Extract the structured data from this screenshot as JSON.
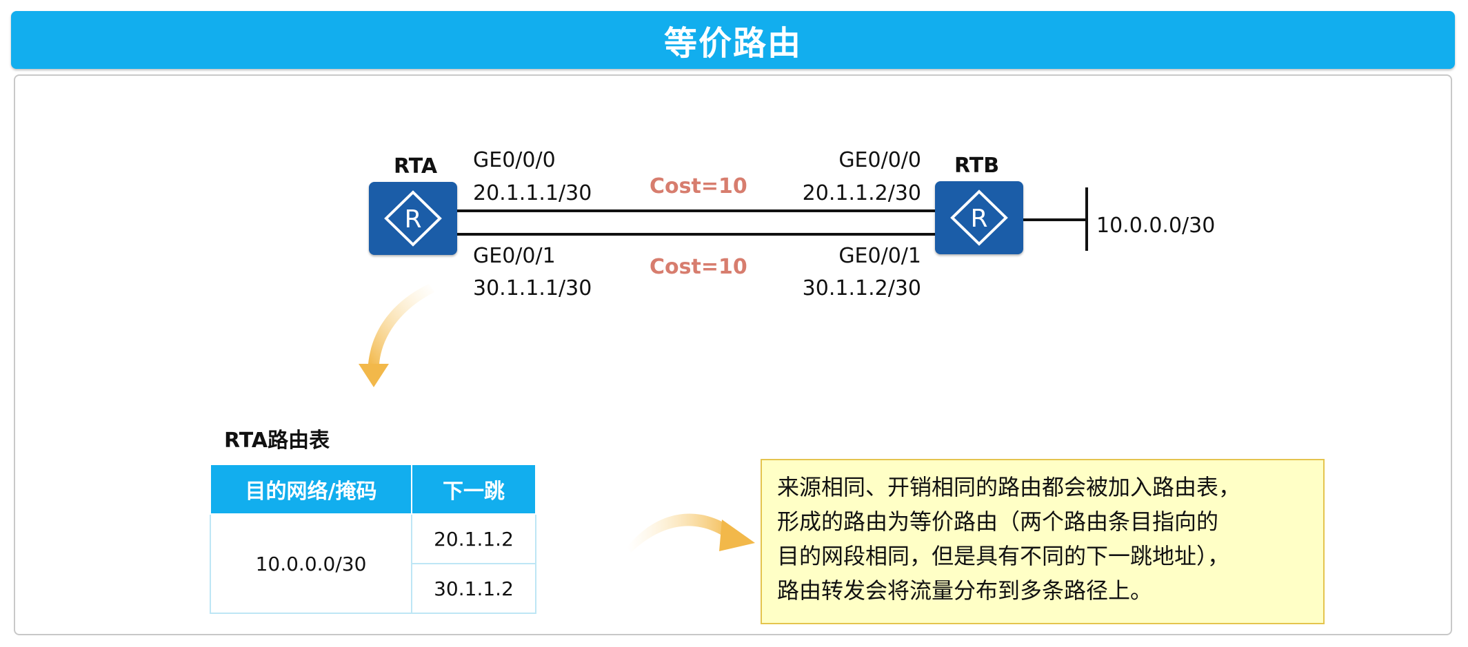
{
  "title": "等价路由",
  "rta": {
    "name": "RTA",
    "if0": "GE0/0/0",
    "ip0": "20.1.1.1/30",
    "if1": "GE0/0/1",
    "ip1": "30.1.1.1/30"
  },
  "rtb": {
    "name": "RTB",
    "if0": "GE0/0/0",
    "ip0": "20.1.1.2/30",
    "if1": "GE0/0/1",
    "ip1": "30.1.1.2/30",
    "network": "10.0.0.0/30"
  },
  "links": [
    {
      "cost": "Cost=10"
    },
    {
      "cost": "Cost=10"
    }
  ],
  "router_icon_letter": "R",
  "route_table": {
    "title": "RTA路由表",
    "headers": [
      "目的网络/掩码",
      "下一跳"
    ],
    "destination": "10.0.0.0/30",
    "next_hops": [
      "20.1.1.2",
      "30.1.1.2"
    ]
  },
  "note": {
    "lines": [
      "来源相同、开销相同的路由都会被加入路由表，",
      "形成的路由为等价路由（两个路由条目指向的",
      "目的网段相同，但是具有不同的下一跳地址），",
      "路由转发会将流量分布到多条路径上。"
    ]
  },
  "colors": {
    "title_bar": "#12aeee",
    "router": "#1b5da8",
    "cost_text": "#d77d6e",
    "note_bg": "#ffffc6",
    "note_border": "#e4c44e",
    "arrow": "#f2b84a"
  },
  "icons": [
    "router-icon",
    "curved-arrow-icon"
  ]
}
